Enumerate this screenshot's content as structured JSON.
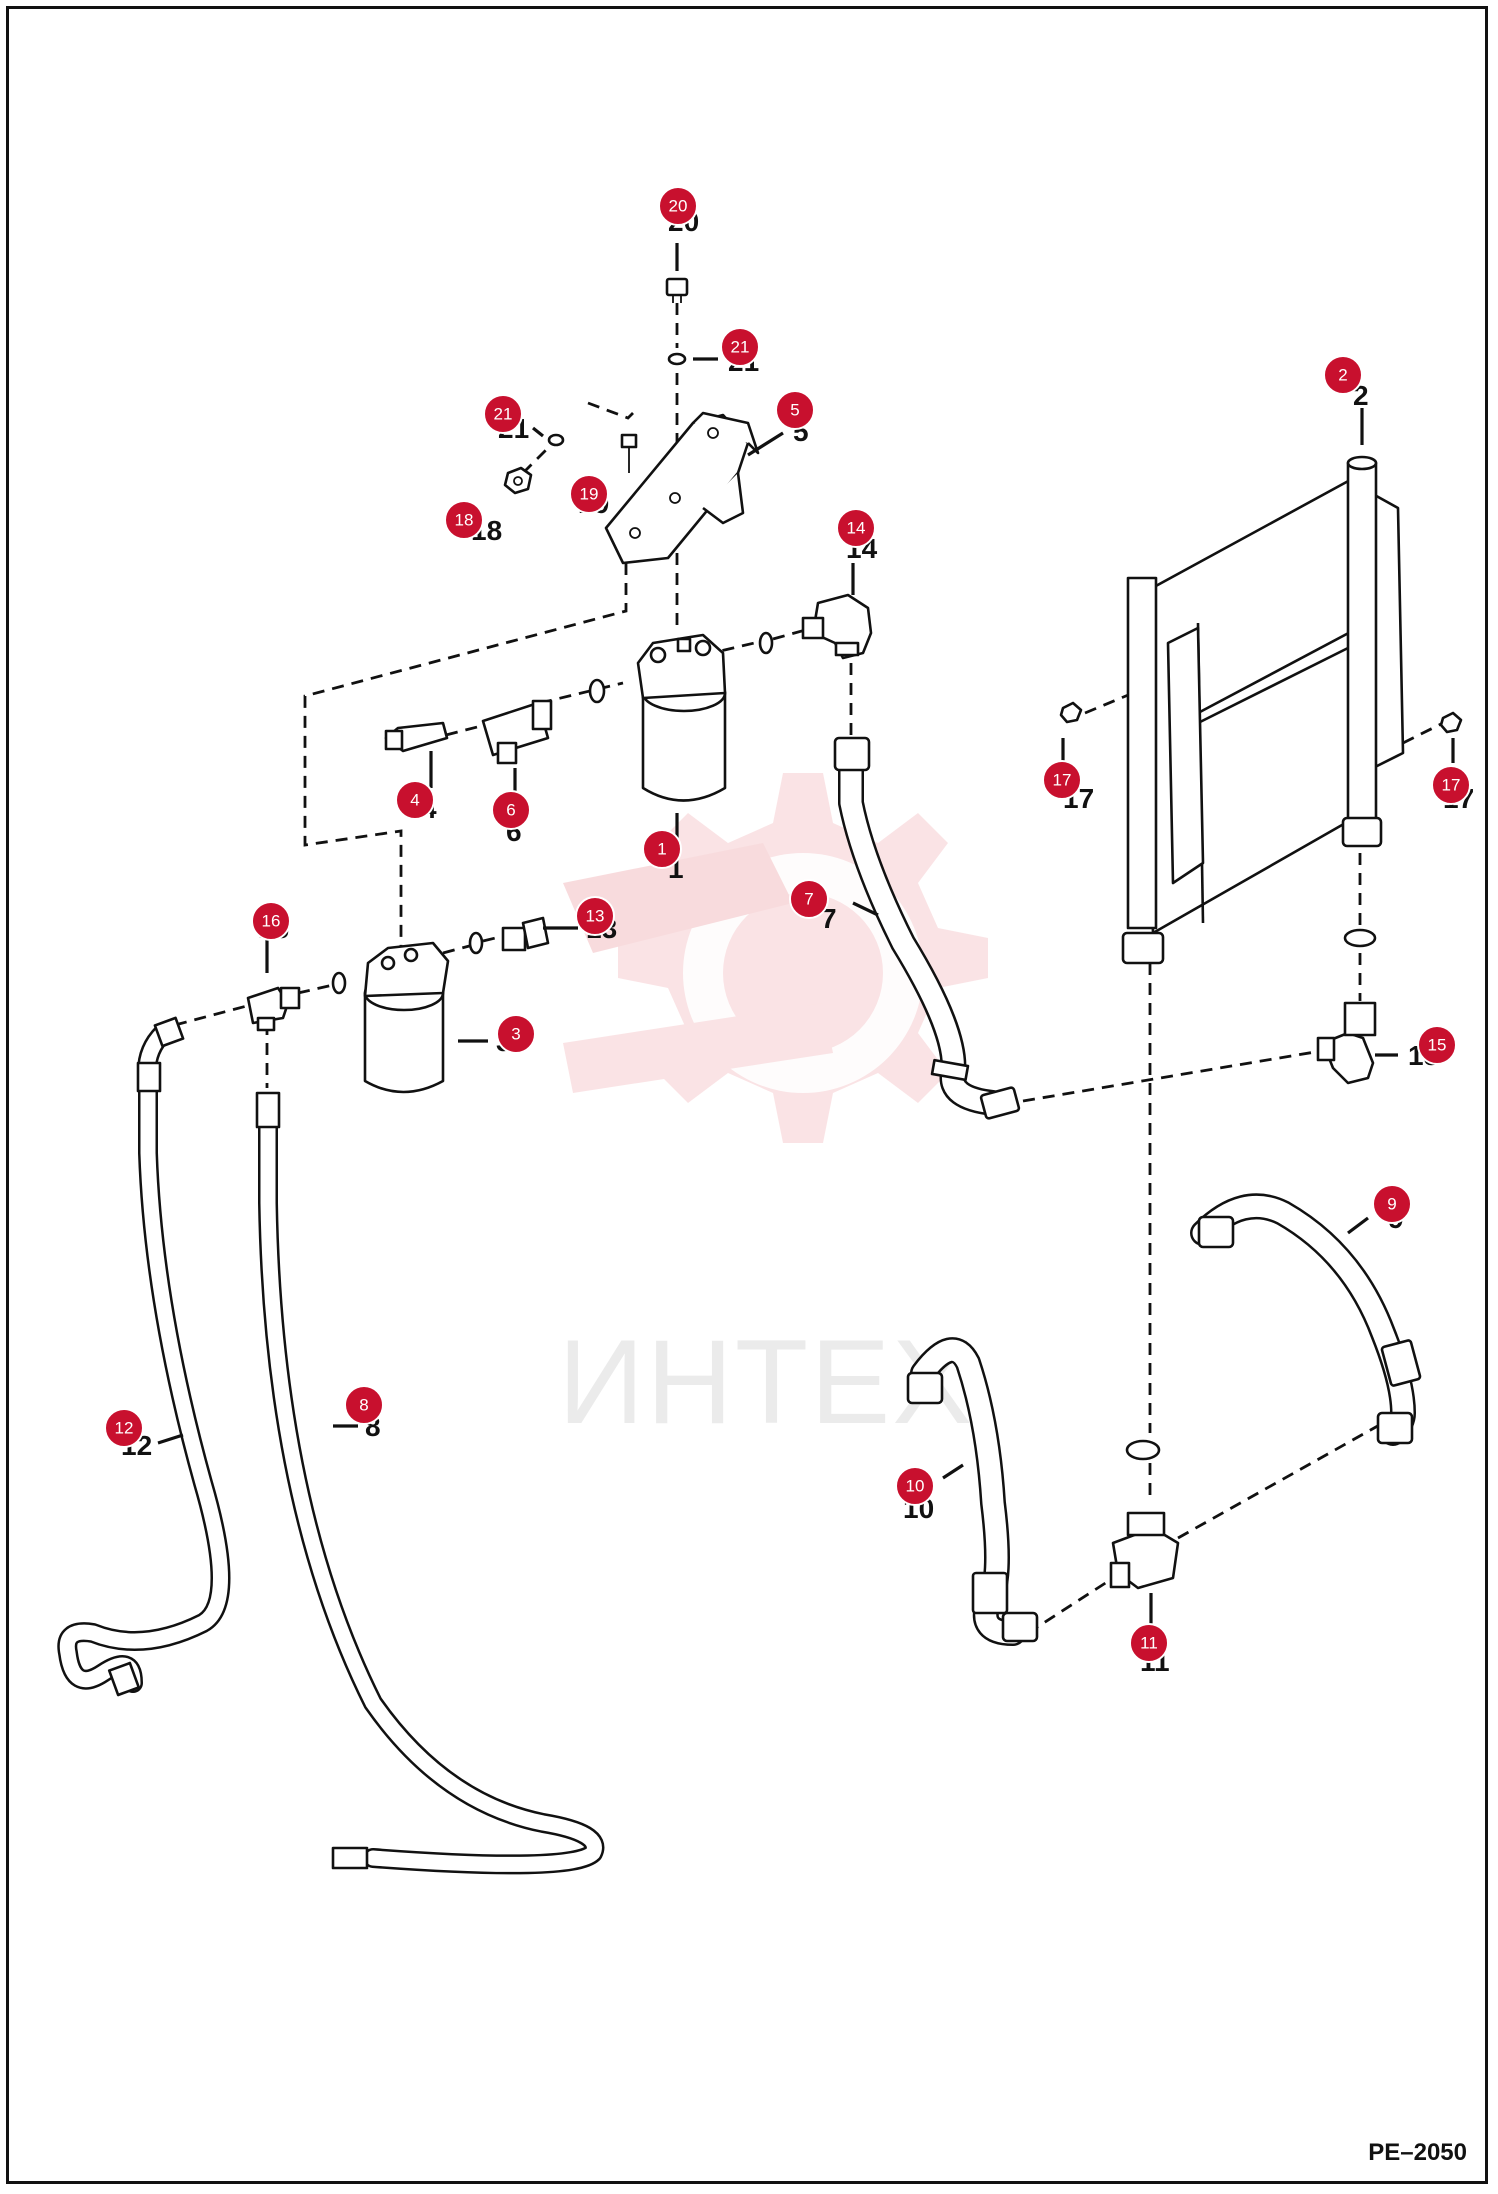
{
  "diagram": {
    "reference_code": "PE–2050",
    "watermark": "ИНТЕХ",
    "callouts": [
      {
        "id": "1",
        "number": "1"
      },
      {
        "id": "2",
        "number": "2"
      },
      {
        "id": "3",
        "number": "3"
      },
      {
        "id": "4",
        "number": "4"
      },
      {
        "id": "5",
        "number": "5"
      },
      {
        "id": "6",
        "number": "6"
      },
      {
        "id": "7",
        "number": "7"
      },
      {
        "id": "8",
        "number": "8"
      },
      {
        "id": "9",
        "number": "9"
      },
      {
        "id": "10",
        "number": "10"
      },
      {
        "id": "11",
        "number": "11"
      },
      {
        "id": "12",
        "number": "12"
      },
      {
        "id": "13",
        "number": "13"
      },
      {
        "id": "14",
        "number": "14"
      },
      {
        "id": "15",
        "number": "15"
      },
      {
        "id": "16",
        "number": "16"
      },
      {
        "id": "17a",
        "number": "17"
      },
      {
        "id": "17b",
        "number": "17"
      },
      {
        "id": "18",
        "number": "18"
      },
      {
        "id": "19",
        "number": "19"
      },
      {
        "id": "20",
        "number": "20"
      },
      {
        "id": "21a",
        "number": "21"
      },
      {
        "id": "21b",
        "number": "21"
      }
    ]
  }
}
